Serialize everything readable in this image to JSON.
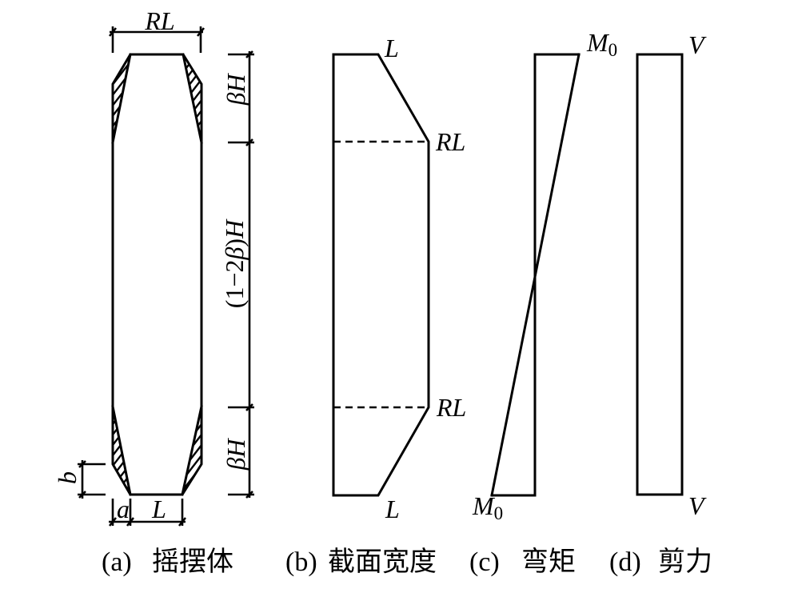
{
  "panel_a": {
    "caption_tag": "(a)",
    "caption": "摇摆体",
    "dim_top_width": "RL",
    "dim_upper_height": "βH",
    "dim_middle_height_parts": [
      "(1−2",
      "β",
      ")",
      "H"
    ],
    "dim_lower_height": "βH",
    "dim_chamfer_height": "b",
    "dim_chamfer_width": "a",
    "dim_base_width": "L"
  },
  "panel_b": {
    "caption_tag": "(b)",
    "caption": "截面宽度",
    "label_top": "L",
    "label_upper_transition": "RL",
    "label_lower_transition": "RL",
    "label_bottom": "L"
  },
  "panel_c": {
    "caption_tag": "(c)",
    "caption": "弯矩",
    "label_top": {
      "symbol": "M",
      "subscript": "0"
    },
    "label_bottom": {
      "symbol": "M",
      "subscript": "0"
    }
  },
  "panel_d": {
    "caption_tag": "(d)",
    "caption": "剪力",
    "label_top": "V",
    "label_bottom": "V"
  },
  "colors": {
    "stroke": "#000000",
    "background": "#ffffff"
  }
}
